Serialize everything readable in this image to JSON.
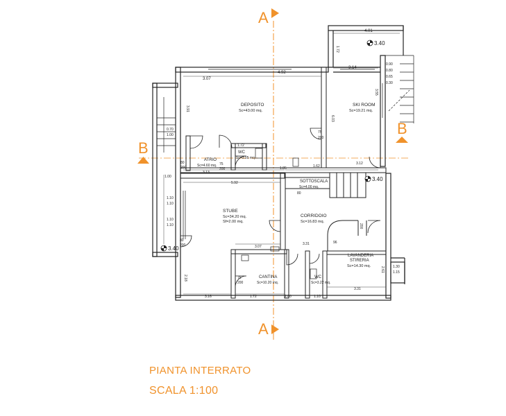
{
  "section_marks": {
    "a_top": "A",
    "a_bottom": "A",
    "b_left": "B",
    "b_right": "B"
  },
  "rooms": {
    "deposito": {
      "name": "DEPOSITO",
      "area": "Sc=43.00 mq."
    },
    "ski_room": {
      "name": "SKI ROOM",
      "area": "Sc=19.21 mq."
    },
    "atrio": {
      "name": "ATRIO",
      "area": "Sc=4.60 mq."
    },
    "wc_top": {
      "name": "WC",
      "area": "Sc=3.05 mq."
    },
    "sottoscala": {
      "name": "SOTTOSCALA",
      "area": "Sc=4.00 mq."
    },
    "stube": {
      "name": "STUBE",
      "area": "Sc=34.20 mq.",
      "area2": "Sf=2.00 mq."
    },
    "corridoio": {
      "name": "CORRIDOIO",
      "area": "Sc=16.83 mq."
    },
    "lavanderia": {
      "name": "LAVANDERIA",
      "name2": "STIRERIA",
      "area": "Sc=14.30 mq."
    },
    "cantina": {
      "name": "CANTINA",
      "area": "Sc=10.20 mq."
    },
    "wc_bottom": {
      "name": "WC",
      "area": "Sc=3.22 mq."
    }
  },
  "dimensions": {
    "d401": "4.01",
    "d172a": "1.72",
    "d340a": "3.40",
    "d307a": "3.07",
    "d492": "4.92",
    "d314": "3.14",
    "d090": "0.90",
    "d080": "0.80",
    "d065": "0.65",
    "d030": "0.30",
    "d391": "3.91",
    "d355": "3.55",
    "d603": "6.03",
    "d070": "0.70",
    "d100a": "1.00",
    "d75a": "75",
    "d200a": "200",
    "d172b": "1.72",
    "d80a": "80",
    "d200b": "200",
    "d313": "3.13",
    "d75b": "75",
    "d200c": "200",
    "d185": "1.85",
    "d162": "1.62",
    "d312": "3.12",
    "d100b": "1.00",
    "d592": "5.92",
    "d340b": "3.40",
    "d080b": "80",
    "d110a": "1.10",
    "d110b": "1.10",
    "d110c": "1.10",
    "d110d": "1.10",
    "d80b": "80",
    "d200d": "200",
    "d340c": "3.40",
    "d307b": "3.07",
    "d331": "3.31",
    "d96": "96",
    "d130": "1.30",
    "d115": "1.15",
    "d75c": "75",
    "d200e": "200",
    "d316": "3.16",
    "d172c": "1.72",
    "d200f": "2.00",
    "d110e": "1.10",
    "d331b": "3.31",
    "d261": "2.61",
    "d218": "2.18",
    "d200g": "200"
  },
  "title": {
    "line1": "PIANTA INTERRATO",
    "line2": "SCALA 1:100"
  }
}
